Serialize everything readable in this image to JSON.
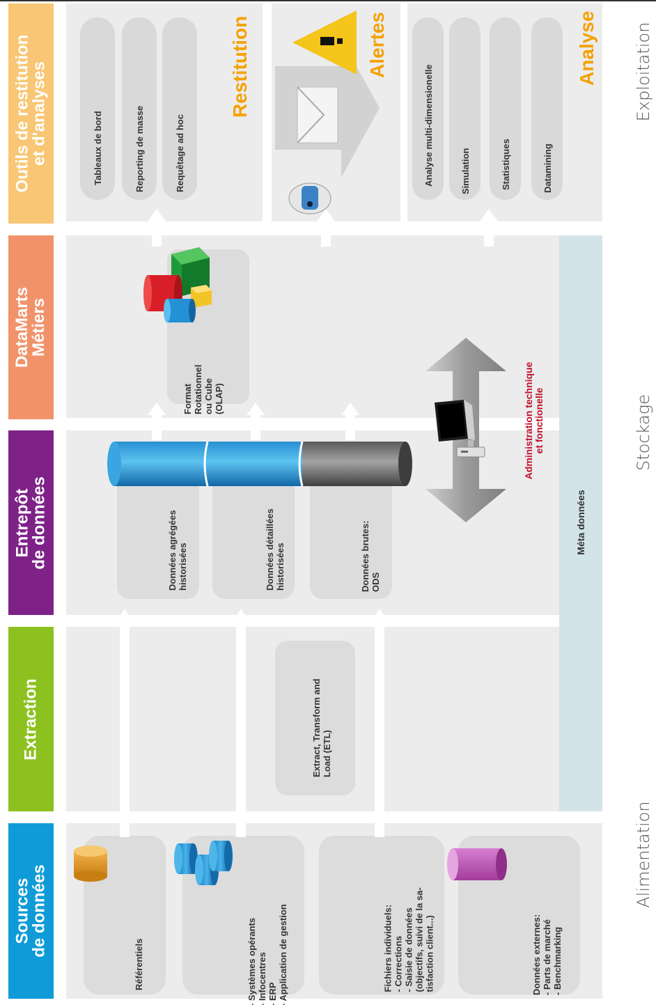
{
  "bands": [
    {
      "id": "sources",
      "label": "Sources\nde données",
      "color": "#0f9bd7"
    },
    {
      "id": "extraction",
      "label": "Extraction",
      "color": "#8cc11f"
    },
    {
      "id": "entrepot",
      "label": "Entrepôt\nde données",
      "color": "#7e2288"
    },
    {
      "id": "datamarts",
      "label": "DataMarts\nMétiers",
      "color": "#f1936a"
    },
    {
      "id": "outils",
      "label": "Outils de restitution\net d'analyses",
      "color": "#f8c674"
    }
  ],
  "sources": {
    "referentiels": "Référentiels",
    "systemes": "- Systèmes opérants\n- Infocentres\n- ERP\n- Application de gestion",
    "fichiers": "Fichiers individuels:\n- Corrections\n- Saisie de données\n(objectifs, suivi de la sa-\ntisfaction client...)",
    "externes": "Données externes:\n- Parts de marché\n- Benchmarking"
  },
  "extraction": {
    "etl": "Extract, Transform and\nLoad (ETL)"
  },
  "entrepot": {
    "agregees": "Données agrégées\nhistorisées",
    "detaillees": "Données détaillées\nhistorisées",
    "brutes": "Données brutes:\nODS"
  },
  "datamarts": {
    "format": "Format\nRotationnel\nou Cube\n(OLAP)"
  },
  "meta": "Méta données",
  "admin": "Administration technique\net fonctionelle",
  "outils": {
    "restitution_title": "Restitution",
    "restitution_items": [
      "Tableaux de bord",
      "Reporting de masse",
      "Requêtage ad hoc"
    ],
    "alertes_title": "Alertes",
    "analyse_title": "Analyse",
    "analyse_items": [
      "Analyse multi-dimensionelle",
      "Simulation",
      "Statistiques",
      "Datamining"
    ]
  },
  "bottom": {
    "alimentation": "Alimentation",
    "stockage": "Stockage",
    "exploitation": "Exploitation"
  },
  "colors": {
    "accent_orange": "#f4a100",
    "admin_red": "#c0102c",
    "meta_blue": "#d3e4e8"
  }
}
